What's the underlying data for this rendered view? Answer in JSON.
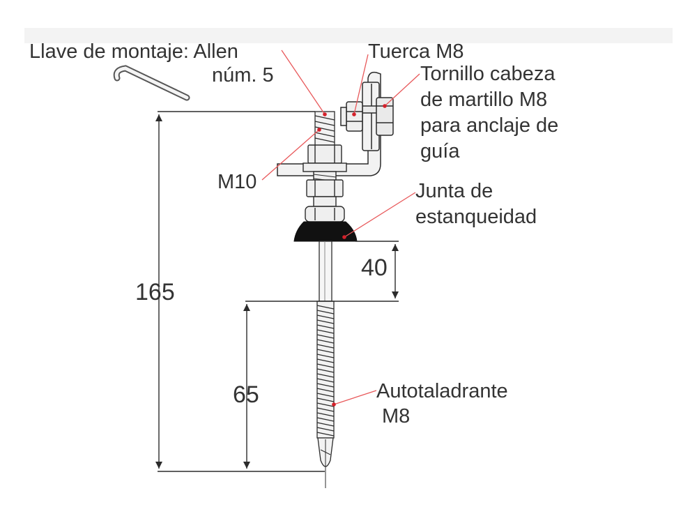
{
  "labels": {
    "wrench": {
      "line1": "Llave de montaje: Allen",
      "line2": "núm. 5"
    },
    "nut_m8": "Tuerca M8",
    "hammer_bolt": {
      "line1": "Tornillo cabeza",
      "line2": "de martillo M8",
      "line3": "para anclaje de",
      "line4": "guía"
    },
    "m10": "M10",
    "seal": {
      "line1": "Junta de",
      "line2": "estanqueidad"
    },
    "self_drilling": {
      "line1": "Autotaladrante",
      "line2": "M8"
    }
  },
  "dimensions": {
    "total": "165",
    "plain_shank": "40",
    "threaded": "65"
  },
  "colors": {
    "line": "#2b2b2b",
    "leader": "#e8585a",
    "marker": "#d4202a",
    "seal": "#111111",
    "metal": "#e4e4e4"
  }
}
